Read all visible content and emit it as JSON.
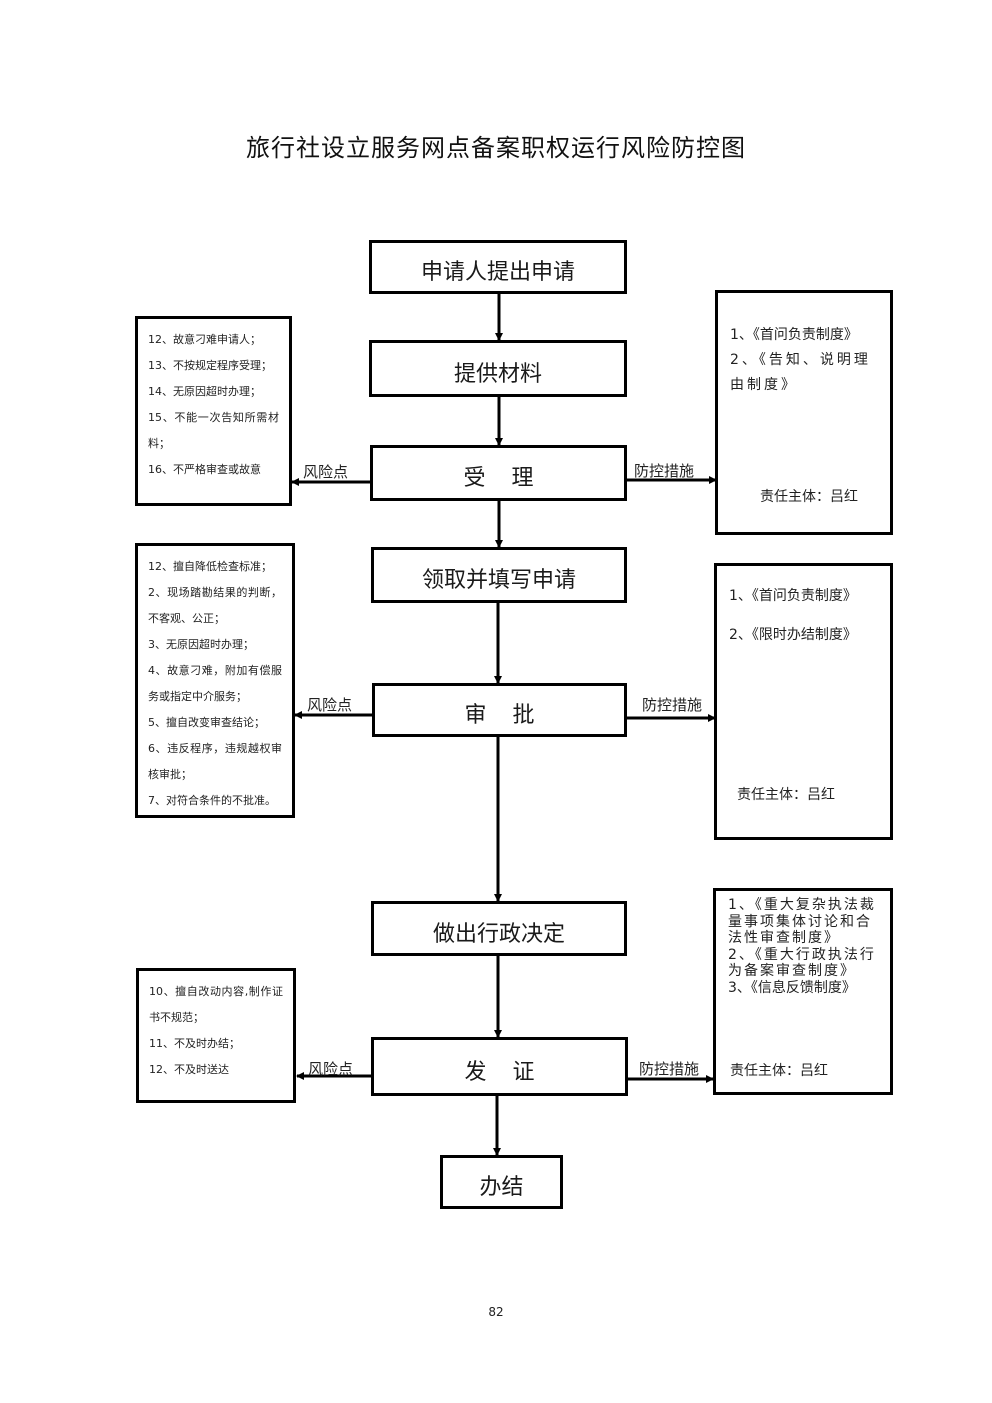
{
  "title": "旅行社设立服务网点备案职权运行风险防控图",
  "flow": {
    "steps": [
      {
        "label": "申请人提出申请"
      },
      {
        "label": "提供材料"
      },
      {
        "label": "受理"
      },
      {
        "label": "领取并填写申请"
      },
      {
        "label": "审批"
      },
      {
        "label": "做出行政决定"
      },
      {
        "label": "发证"
      },
      {
        "label": "办结"
      }
    ]
  },
  "connector_labels": {
    "risk": "风险点",
    "control": "防控措施"
  },
  "risk_points": [
    {
      "stage": "受理",
      "items": [
        "12、故意刁难申请人；",
        "13、不按规定程序受理；",
        "14、无原因超时办理；",
        "15、不能一次告知所需材料；",
        "16、不严格审查或故意"
      ]
    },
    {
      "stage": "审批",
      "items": [
        "12、擅自降低检查标准；",
        "2、现场踏勘结果的判断，不客观、公正；",
        "3、无原因超时办理；",
        "4、故意刁难，附加有偿服务或指定中介服务；",
        "5、擅自改变审查结论；",
        "6、违反程序，违规越权审核审批；",
        "7、对符合条件的不批准。"
      ]
    },
    {
      "stage": "发证",
      "items": [
        "10、擅自改动内容,制作证书不规范；",
        "11、不及时办结；",
        "12、不及时送达"
      ]
    }
  ],
  "control_measures": [
    {
      "stage": "受理",
      "items": [
        "1、《首问负责制度》",
        "2、《告知、说明理由制度》"
      ],
      "owner": "责任主体：吕红"
    },
    {
      "stage": "审批",
      "items": [
        "1、《首问负责制度》",
        "2、《限时办结制度》"
      ],
      "owner": "责任主体：吕红"
    },
    {
      "stage": "发证",
      "items": [
        "1、《重大复杂执法裁量事项集体讨论和合法性审查制度》",
        "2、《重大行政执法行为备案审查制度》",
        "3、《信息反馈制度》"
      ],
      "owner": "责任主体：吕红"
    }
  ],
  "page_number": "82"
}
